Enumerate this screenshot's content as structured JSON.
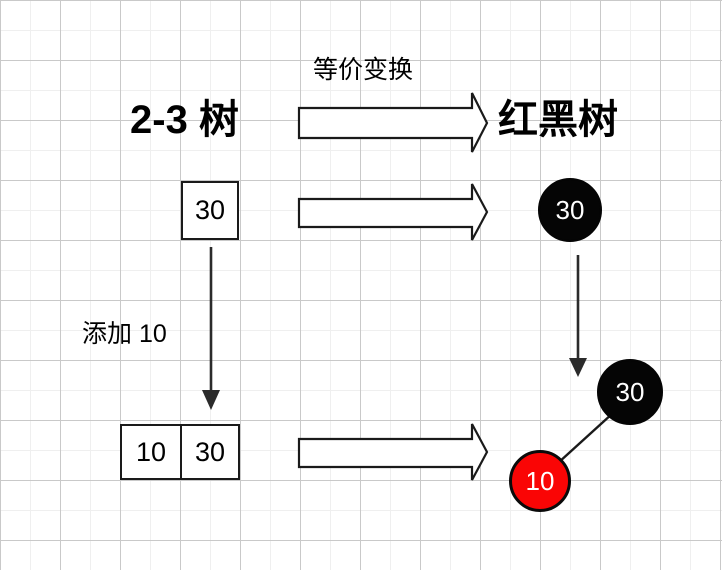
{
  "diagram": {
    "title_left": "2-3 树",
    "title_right": "红黑树",
    "transform_label": "等价变换",
    "operation_label": "添加 10",
    "left_column": {
      "root_box": {
        "cells": [
          "30"
        ]
      },
      "split_box": {
        "cells": [
          "10",
          "30"
        ]
      }
    },
    "right_column": {
      "root_node": {
        "value": "30",
        "color_name": "black",
        "fill": "#050505",
        "text_color": "#ffffff"
      },
      "parent_node": {
        "value": "30",
        "color_name": "black",
        "fill": "#050505",
        "text_color": "#ffffff"
      },
      "child_node": {
        "value": "10",
        "color_name": "red",
        "fill": "#fa0505",
        "stroke": "#0a0a0a",
        "text_color": "#ffffff"
      }
    },
    "arrows": {
      "block_arrow_top": "equivalence-arrow-titles",
      "block_arrow_middle": "equivalence-arrow-root",
      "block_arrow_bottom": "equivalence-arrow-split",
      "down_arrow_left": "insert-flow-arrow-left",
      "down_arrow_right": "insert-flow-arrow-right",
      "edge_parent_child": "tree-edge-30-to-10"
    },
    "colors": {
      "stroke": "#1a1a1a",
      "grid_minor": "#efefef",
      "grid_major": "#c9c9c9",
      "background": "#ffffff",
      "red": "#fa0505",
      "black": "#050505"
    }
  }
}
